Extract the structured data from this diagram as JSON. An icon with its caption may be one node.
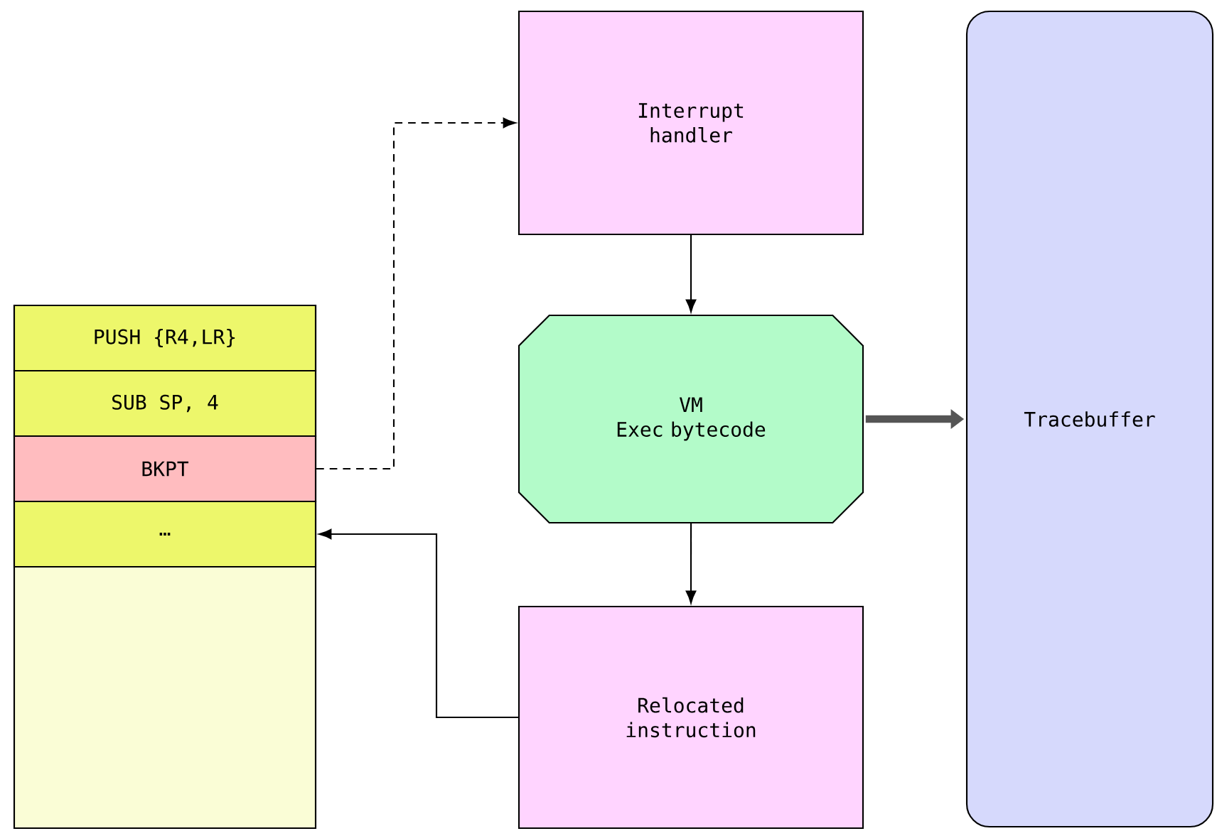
{
  "diagram": {
    "nodes": [
      {
        "text": [],
        "shape": "box"
      },
      {
        "text": [
          "PUSH {R4,LR}"
        ],
        "in": 0
      },
      {
        "text": [
          "SUB SP, 4"
        ],
        "in": 0
      },
      {
        "text": [
          "BKPT"
        ],
        "in": 0
      },
      {
        "text": [
          "…"
        ],
        "in": 0
      },
      {
        "text": [
          "Interrupt handler"
        ]
      },
      {
        "text": [
          "VM",
          "Exec bytecode"
        ]
      },
      {
        "text": [
          "Relocated instruction"
        ]
      },
      {
        "text": [
          "Tracebuffer"
        ]
      }
    ],
    "edges": [
      {
        "from": 3,
        "to": 5,
        "arrow": "to",
        "style": "dashed"
      },
      {
        "from": 5,
        "to": 6,
        "arrow": "to"
      },
      {
        "from": 6,
        "to": 7,
        "arrow": "to"
      },
      {
        "from": 7,
        "to": 4,
        "arrow": "to"
      },
      {
        "from": 6,
        "to": 8,
        "arrow": "to",
        "style": "thick",
        "color": "#555555"
      }
    ]
  }
}
